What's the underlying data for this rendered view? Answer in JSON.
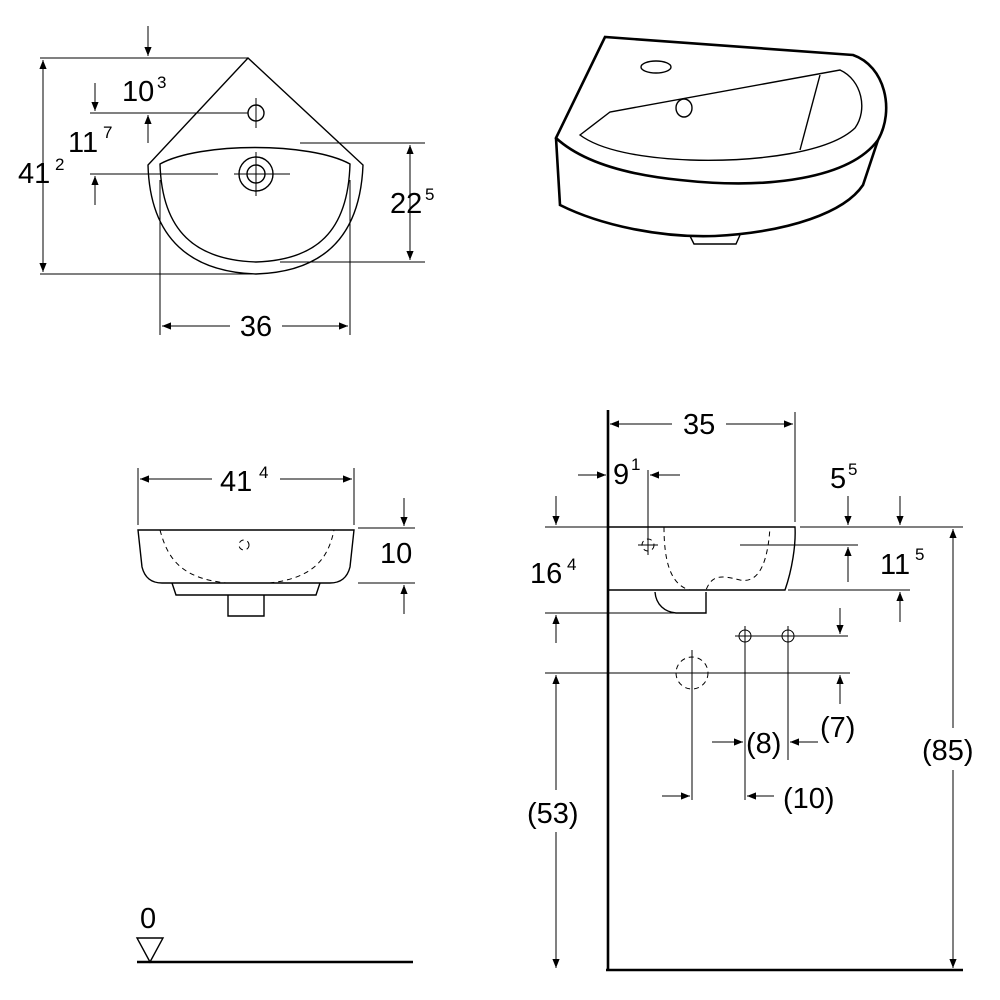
{
  "top_view": {
    "height_main": "41",
    "height_sup": "2",
    "hole_offset_main": "10",
    "hole_offset_sup": "3",
    "drain_offset_main": "11",
    "drain_offset_sup": "7",
    "depth_main": "22",
    "depth_sup": "5",
    "width": "36"
  },
  "front_view": {
    "width_main": "41",
    "width_sup": "4",
    "height": "10"
  },
  "side_view": {
    "depth": "35",
    "tap_offset_main": "9",
    "tap_offset_sup": "1",
    "rim_offset_main": "5",
    "rim_offset_sup": "5",
    "bowl_height_main": "16",
    "bowl_height_sup": "4",
    "trap_drop_main": "11",
    "trap_drop_sup": "5",
    "valve_drop": "(7)",
    "valve_spacing": "(8)",
    "waste_to_valve": "(10)",
    "waste_height": "(53)",
    "rim_height": "(85)"
  },
  "floor": {
    "label": "0"
  }
}
